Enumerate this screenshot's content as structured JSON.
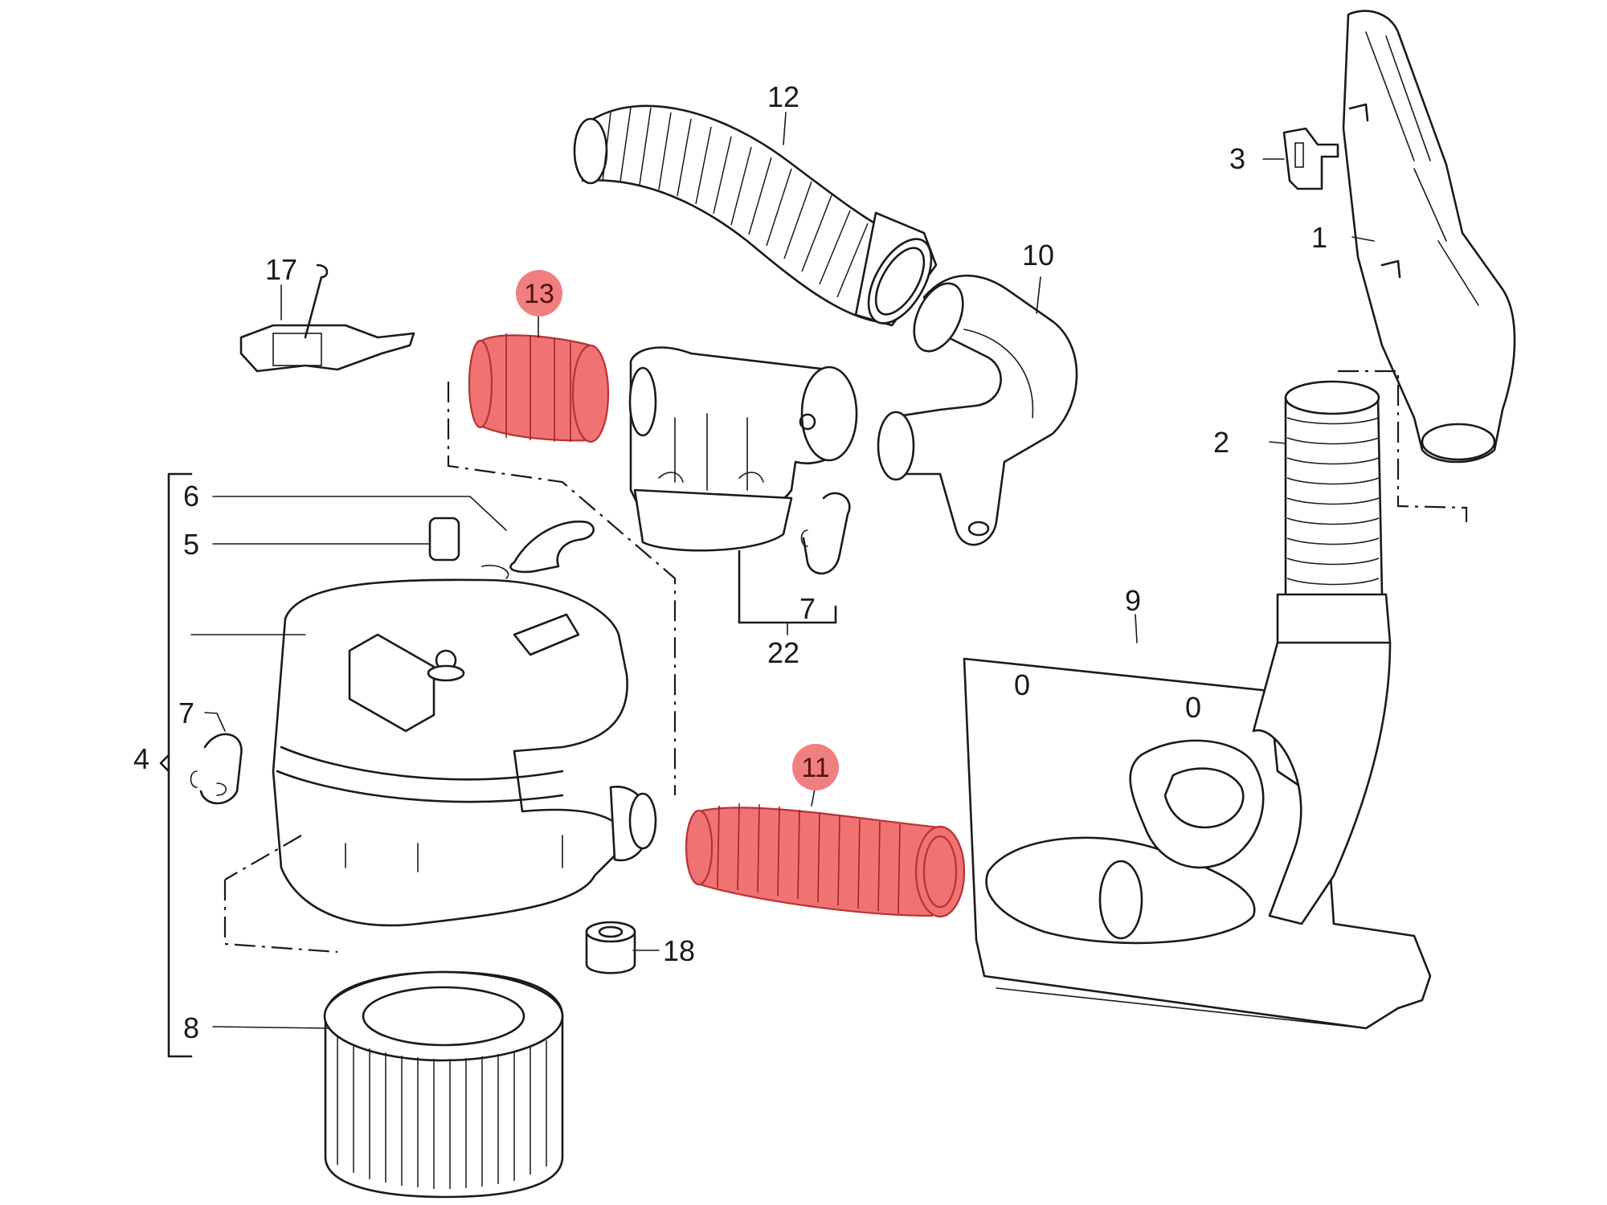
{
  "diagram": {
    "labels": {
      "p1": "1",
      "p2": "2",
      "p3": "3",
      "p4": "4",
      "p5": "5",
      "p6": "6",
      "p7a": "7",
      "p7b": "7",
      "p8": "8",
      "p9": "9",
      "p10": "10",
      "p11": "11",
      "p12": "12",
      "p13": "13",
      "p17": "17",
      "p18": "18",
      "p22": "22"
    },
    "highlighted_parts": [
      "11",
      "13"
    ],
    "highlight_color": "#f08080",
    "line_color": "#1a1a1a"
  }
}
